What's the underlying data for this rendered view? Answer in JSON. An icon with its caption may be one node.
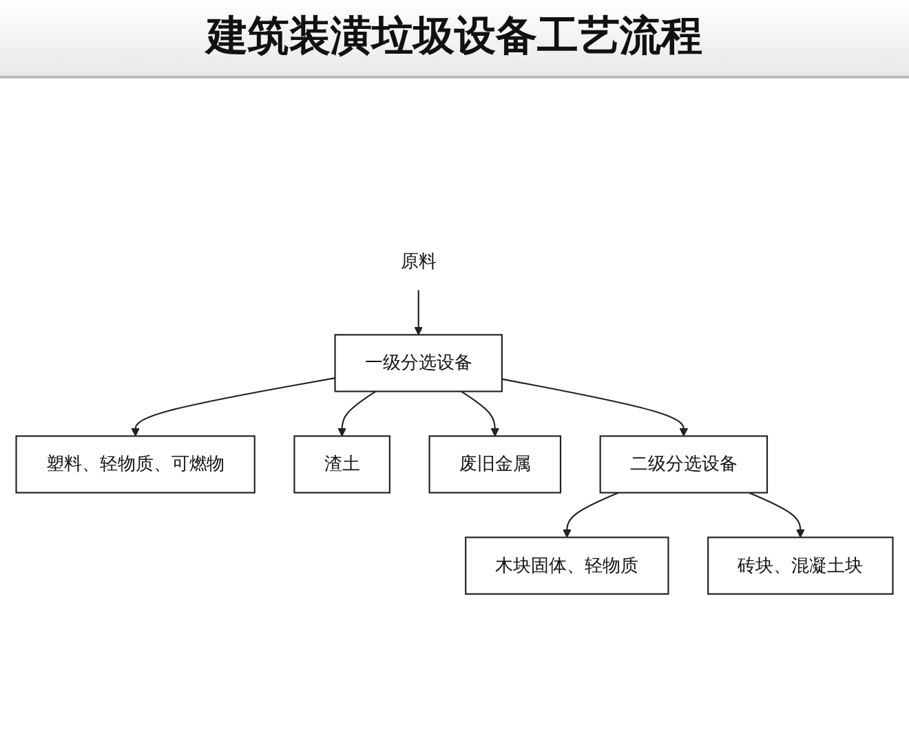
{
  "diagram": {
    "title": "建筑装潢垃圾设备工艺流程",
    "nodes": [
      {
        "text": [
          "原料"
        ]
      },
      {
        "text": [
          "一级分选设备"
        ]
      },
      {
        "text": [
          "塑料、轻物质、可燃物"
        ]
      },
      {
        "text": [
          "渣土"
        ]
      },
      {
        "text": [
          "废旧金属"
        ]
      },
      {
        "text": [
          "二级分选设备"
        ]
      },
      {
        "text": [
          "木块固体、轻物质"
        ]
      },
      {
        "text": [
          "砖块、混凝土块"
        ]
      }
    ],
    "edges": [
      {
        "from": 0,
        "to": 1,
        "arrow": "to"
      },
      {
        "from": 1,
        "to": 2,
        "arrow": "to"
      },
      {
        "from": 1,
        "to": 3,
        "arrow": "to"
      },
      {
        "from": 1,
        "to": 4,
        "arrow": "to"
      },
      {
        "from": 1,
        "to": 5,
        "arrow": "to"
      },
      {
        "from": 5,
        "to": 6,
        "arrow": "to"
      },
      {
        "from": 5,
        "to": 7,
        "arrow": "to"
      }
    ]
  }
}
